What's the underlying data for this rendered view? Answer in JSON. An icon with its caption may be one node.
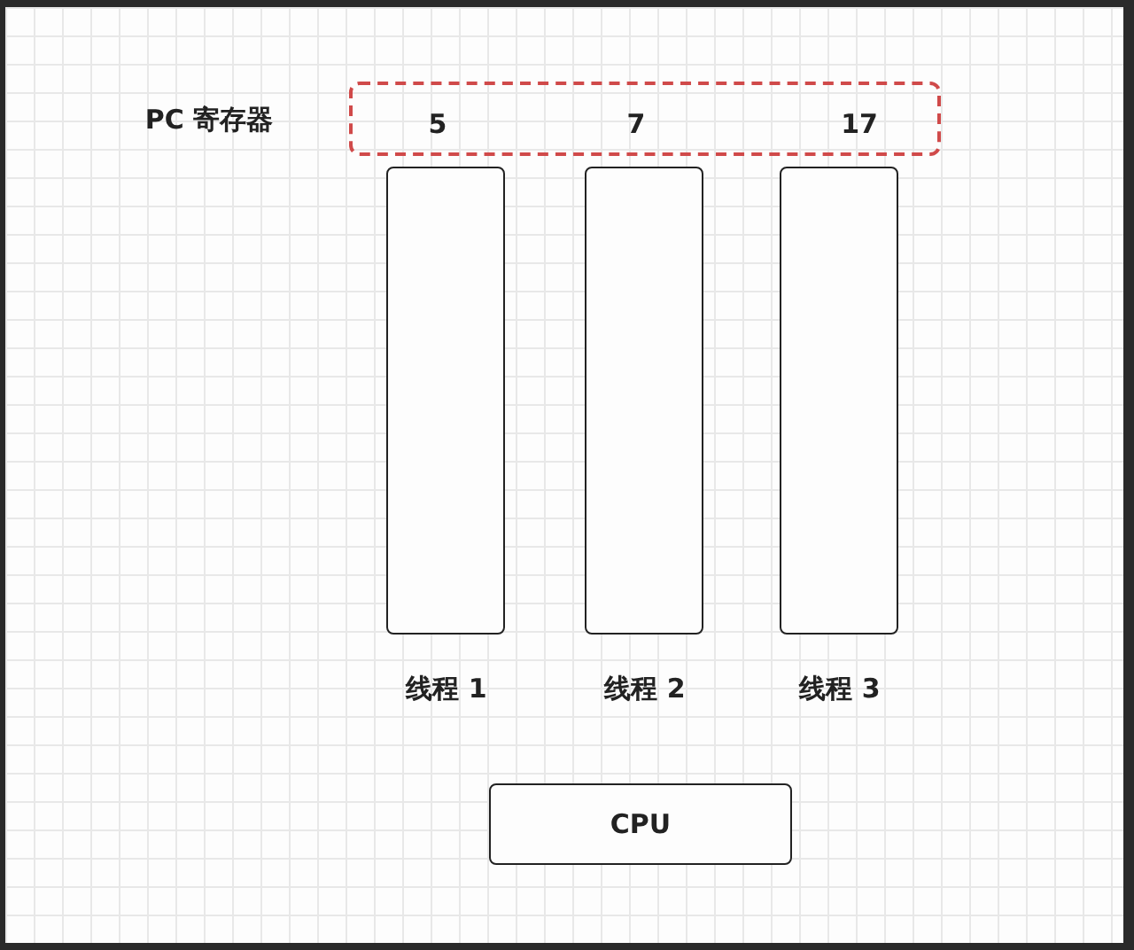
{
  "diagram": {
    "nodes": [
      {
        "text": [
          "PC 寄存器",
          "5",
          "7",
          "17"
        ]
      },
      {
        "text": [
          "线程 1"
        ]
      },
      {
        "text": [
          "线程 2"
        ]
      },
      {
        "text": [
          "线程 3"
        ]
      },
      {
        "text": [
          "CPU"
        ]
      }
    ]
  }
}
